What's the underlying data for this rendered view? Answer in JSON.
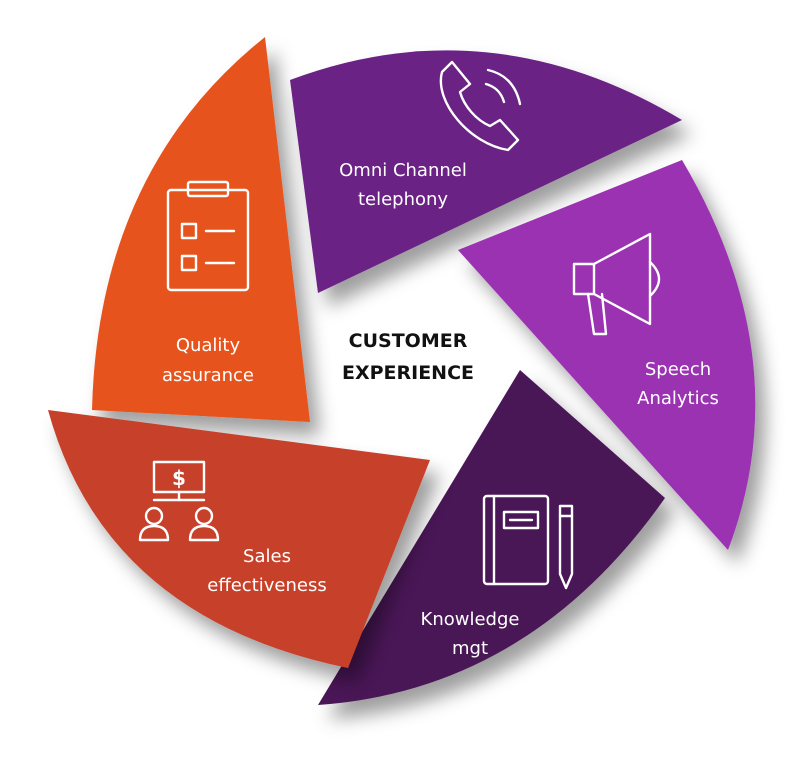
{
  "center": {
    "line1": "CUSTOMER",
    "line2": "EXPERIENCE"
  },
  "segments": [
    {
      "id": "telephony",
      "line1": "Omni Channel",
      "line2": "telephony",
      "color": "#6b2185",
      "icon": "phone-icon"
    },
    {
      "id": "speech",
      "line1": "Speech",
      "line2": "Analytics",
      "color": "#9a30b2",
      "icon": "megaphone-icon"
    },
    {
      "id": "knowledge",
      "line1": "Knowledge",
      "line2": "mgt",
      "color": "#4a1656",
      "icon": "notebook-pencil-icon"
    },
    {
      "id": "sales",
      "line1": "Sales",
      "line2": "effectiveness",
      "color": "#c6402a",
      "icon": "money-people-icon"
    },
    {
      "id": "quality",
      "line1": "Quality",
      "line2": "assurance",
      "color": "#e6521f",
      "icon": "checklist-icon"
    }
  ],
  "icons": {
    "dollar": "$"
  }
}
